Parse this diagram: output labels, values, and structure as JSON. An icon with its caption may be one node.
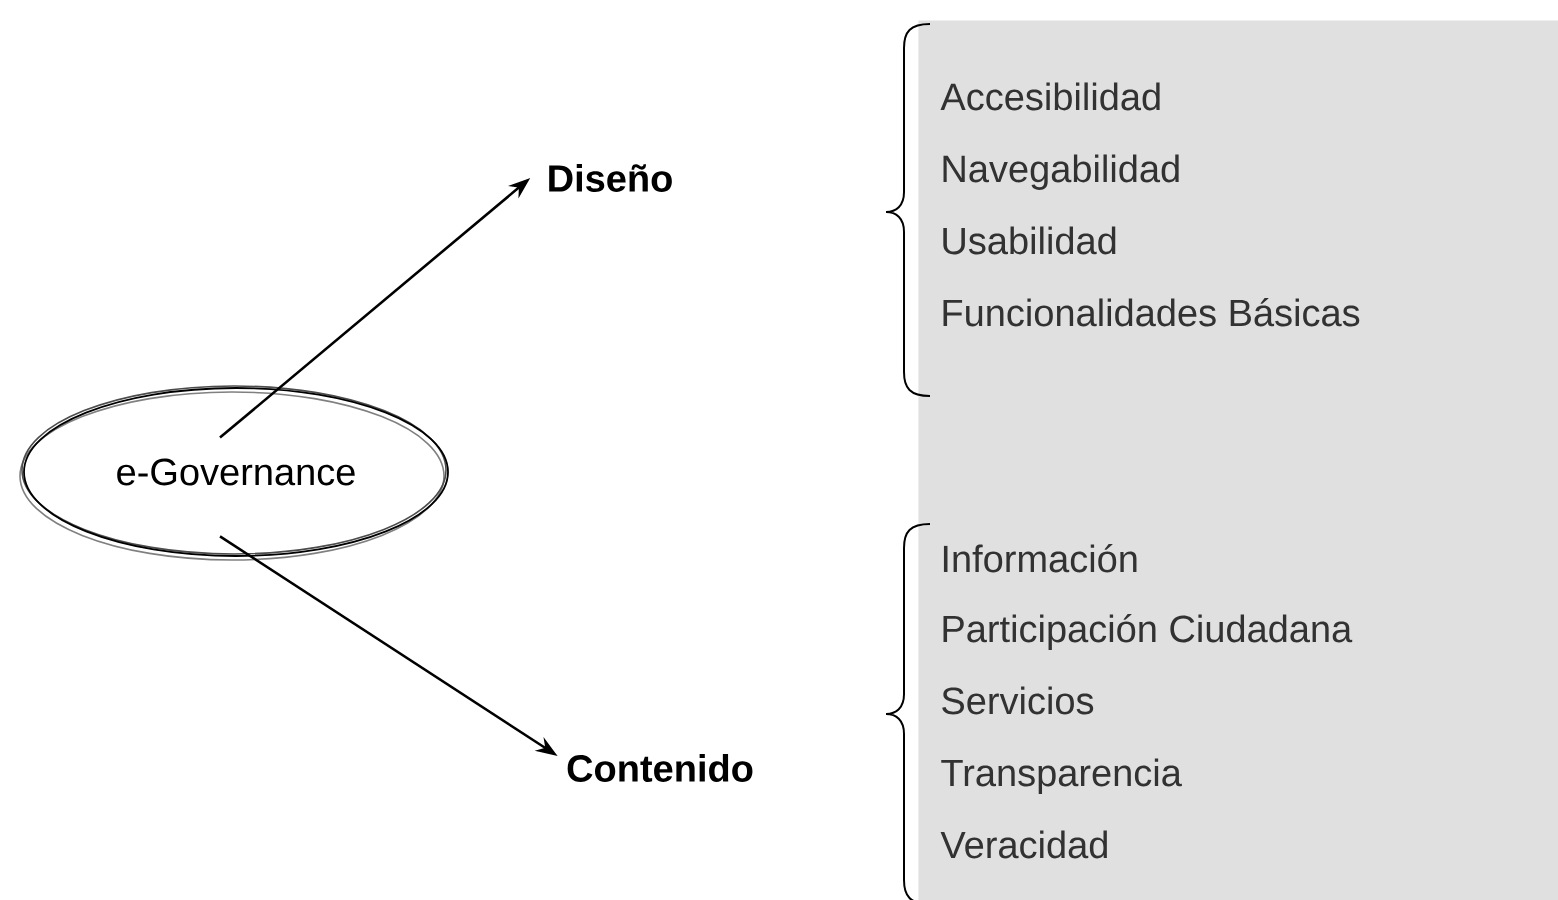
{
  "diagram": {
    "nodes": [
      {
        "text": [
          "e-Governance"
        ]
      },
      {
        "text": [
          "Diseño"
        ]
      },
      {
        "text": [
          "Contenido"
        ]
      },
      {
        "text": [
          "Accesibilidad",
          "Navegabilidad",
          "Usabilidad",
          "Funcionalidades Básicas",
          "Información",
          "Participación Ciudadana",
          "Servicios",
          "Transparencia",
          "Veracidad"
        ]
      }
    ],
    "edges": [
      {
        "from": 0,
        "to": 1,
        "arrow": "to"
      },
      {
        "from": 0,
        "to": 2,
        "arrow": "to"
      }
    ]
  }
}
